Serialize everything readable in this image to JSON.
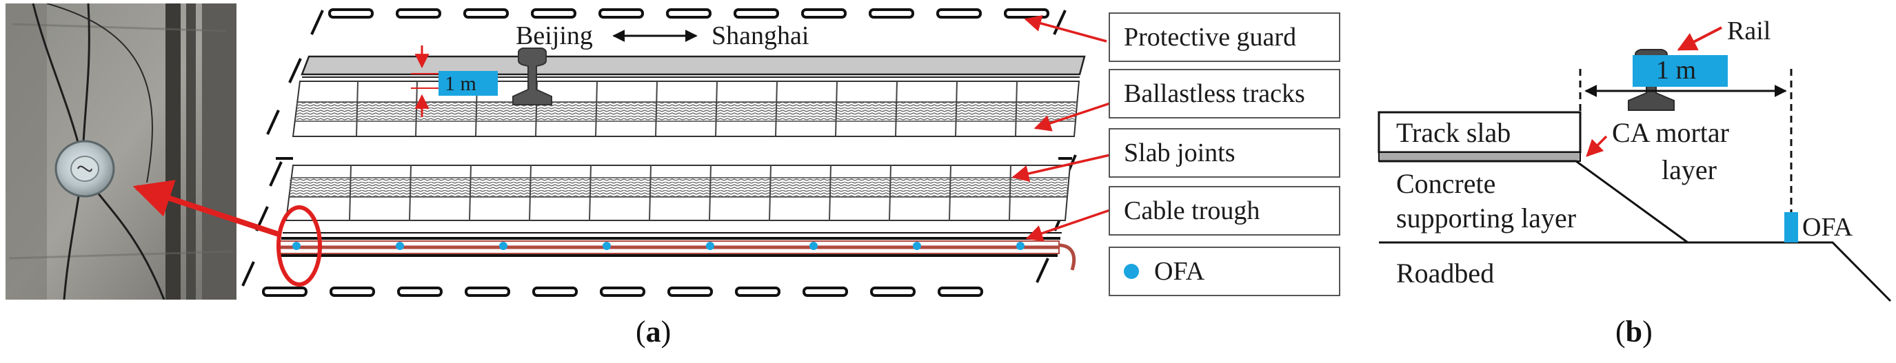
{
  "panel_a": {
    "direction": {
      "from": "Beijing",
      "to": "Shanghai"
    },
    "dimension_label": "1 m",
    "legend": [
      {
        "key": "protective_guard",
        "label": "Protective guard"
      },
      {
        "key": "ballastless_tracks",
        "label": "Ballastless tracks"
      },
      {
        "key": "slab_joints",
        "label": "Slab joints"
      },
      {
        "key": "cable_trough",
        "label": "Cable trough"
      },
      {
        "key": "ofa",
        "label": "OFA"
      }
    ],
    "caption": {
      "open": "(",
      "letter": "a",
      "close": ")"
    }
  },
  "panel_b": {
    "rail_label": "Rail",
    "dimension_label": "1 m",
    "track_slab_label": "Track slab",
    "ca_mortar_label_line1": "CA mortar",
    "ca_mortar_label_line2": "layer",
    "concrete_label_line1": "Concrete",
    "concrete_label_line2": "supporting layer",
    "roadbed_label": "Roadbed",
    "ofa_label": "OFA",
    "caption": {
      "open": "(",
      "letter": "b",
      "close": ")"
    }
  },
  "colors": {
    "accent_blue": "#1aa5e0",
    "arrow_red": "#e0201e",
    "trough_red": "#b04a40",
    "guard_gray": "#c8c8c8"
  }
}
